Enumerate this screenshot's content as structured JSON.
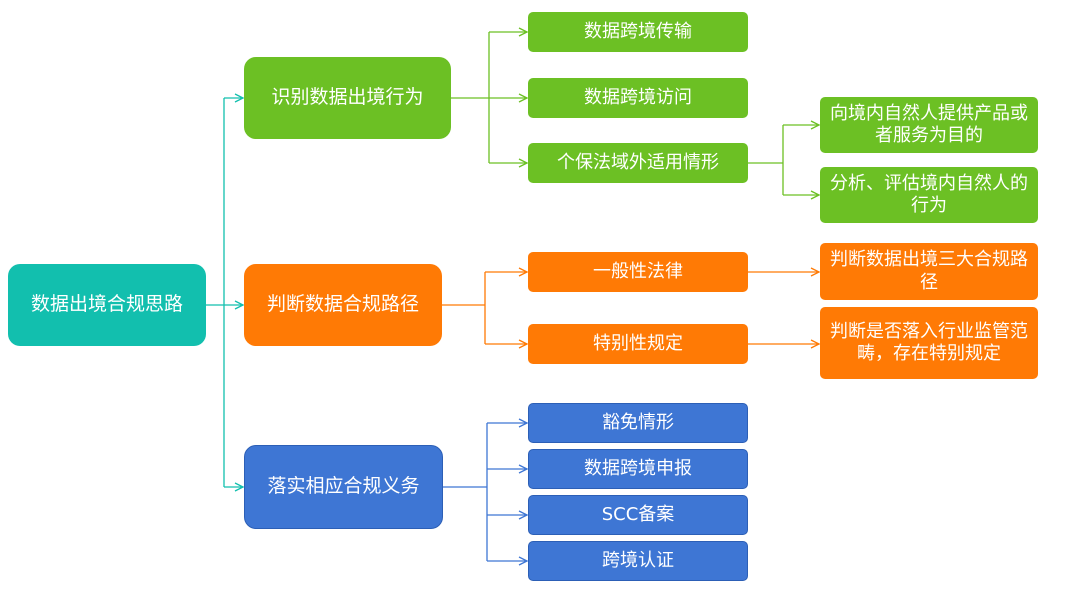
{
  "colors": {
    "teal": "#12bfae",
    "green": "#6cc024",
    "orange": "#ff7a05",
    "blue": "#3e76d4",
    "teal_line": "#12bfae",
    "green_line": "#6cc024",
    "orange_line": "#ff7a05",
    "blue_line": "#3e76d4"
  },
  "root": {
    "label": "数据出境合规思路"
  },
  "branch1": {
    "label": "识别数据出境行为",
    "children": [
      "数据跨境传输",
      "数据跨境访问",
      "个保法域外适用情形"
    ],
    "notes": [
      "向境内自然人提供产品或者服务为目的",
      "分析、评估境内自然人的行为"
    ]
  },
  "branch2": {
    "label": "判断数据合规路径",
    "children": [
      "一般性法律",
      "特别性规定"
    ],
    "notes": [
      "判断数据出境三大合规路径",
      "判断是否落入行业监管范畴，存在特别规定"
    ]
  },
  "branch3": {
    "label": "落实相应合规义务",
    "children": [
      "豁免情形",
      "数据跨境申报",
      "SCC备案",
      "跨境认证"
    ]
  }
}
